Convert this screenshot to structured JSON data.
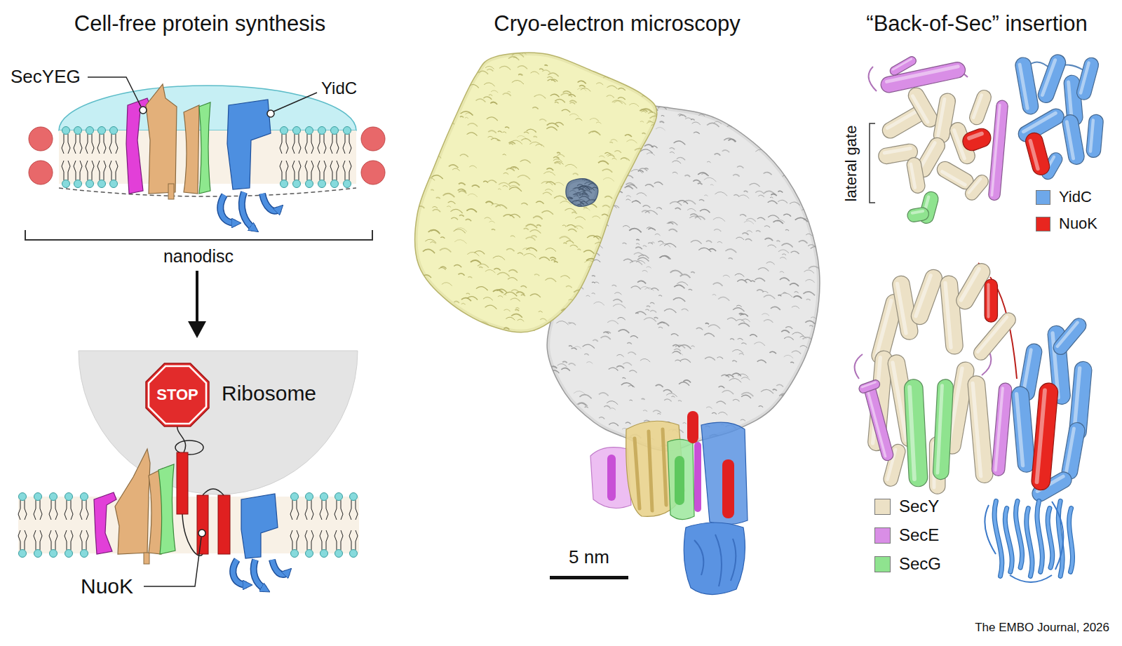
{
  "diagram": {
    "nodes": [
      {
        "text": [
          "Ribosome"
        ]
      },
      {
        "text": [
          "STOP"
        ],
        "in": 0
      }
    ],
    "labels": [
      "Cell-free protein synthesis",
      "Cryo-electron microscopy",
      "“Back-of-Sec” insertion",
      "SecYEG",
      "YidC",
      "nanodisc",
      "NuoK",
      "5 nm",
      "lateral gate",
      "The EMBO Journal, 2026"
    ],
    "legend": [
      {
        "text": "YidC",
        "color": "#6ea8ea"
      },
      {
        "text": "NuoK",
        "color": "#e8261f"
      },
      {
        "text": "SecY",
        "color": "#ece1c6"
      },
      {
        "text": "SecE",
        "color": "#d98ee6"
      },
      {
        "text": "SecG",
        "color": "#8fe38f"
      }
    ]
  }
}
